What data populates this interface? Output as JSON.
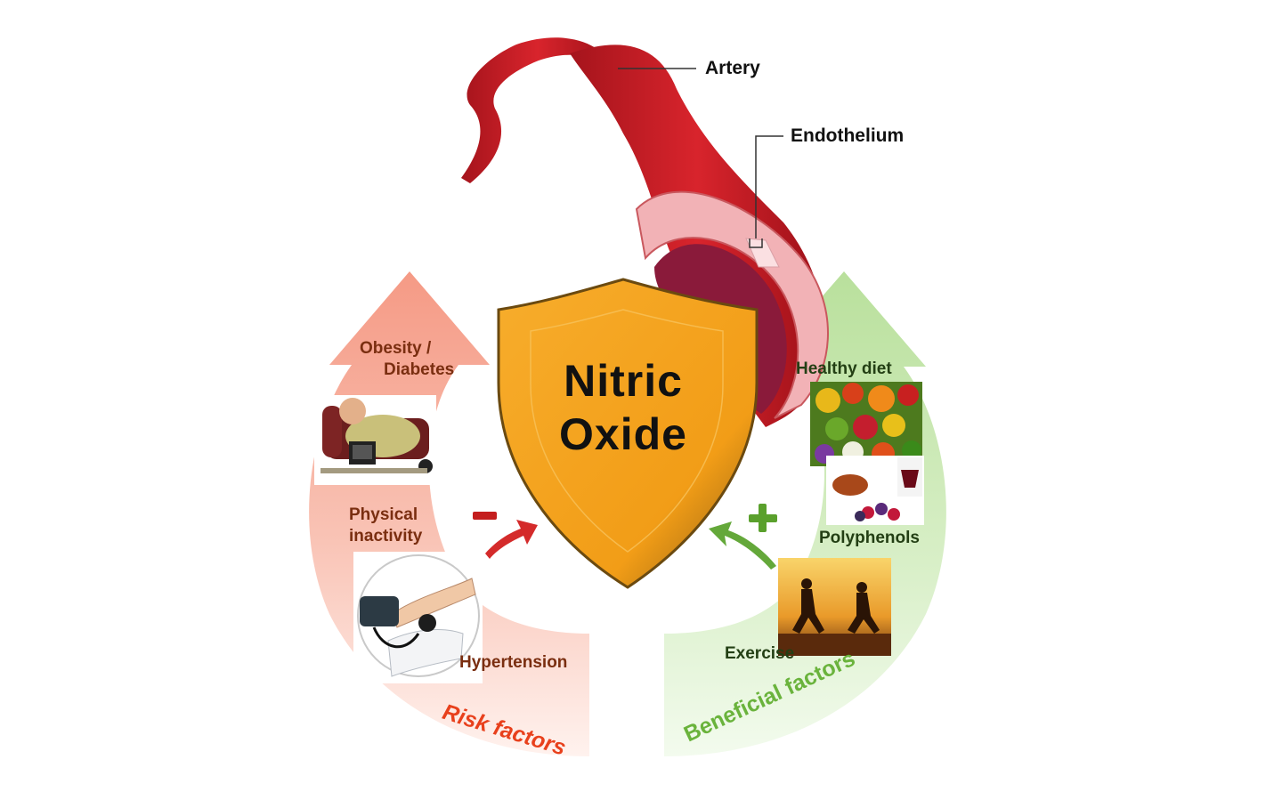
{
  "title": {
    "line1": "Nitric",
    "line2": "Oxide"
  },
  "artery": {
    "artery_label": "Artery",
    "endothelium_label": "Endothelium"
  },
  "risk": {
    "section_label": "Risk factors",
    "items": [
      {
        "label_line1": "Obesity /",
        "label_line2": "Diabetes",
        "icon": "obesity-illustration"
      },
      {
        "label_line1": "Physical",
        "label_line2": "inactivity",
        "icon": "blood-pressure-cuff-illustration"
      },
      {
        "label_line1": "Hypertension"
      }
    ],
    "sign": "minus",
    "color": "#f4a393"
  },
  "beneficial": {
    "section_label": "Beneficial factors",
    "items": [
      {
        "label_line1": "Healthy diet",
        "icon": "fruits-vegetables-photo"
      },
      {
        "label_line1": "Polyphenols",
        "icon": "tea-wine-berries-photo"
      },
      {
        "label_line1": "Exercise",
        "icon": "runners-sunset-photo"
      }
    ],
    "sign": "plus",
    "color": "#bfe3a8"
  },
  "colors": {
    "shield": "#f5a623",
    "artery": "#c8202a",
    "minus_sign": "#c41e1e",
    "plus_sign": "#5aa02c",
    "risk_title": "#e8401c",
    "beneficial_title": "#6ab33c"
  }
}
